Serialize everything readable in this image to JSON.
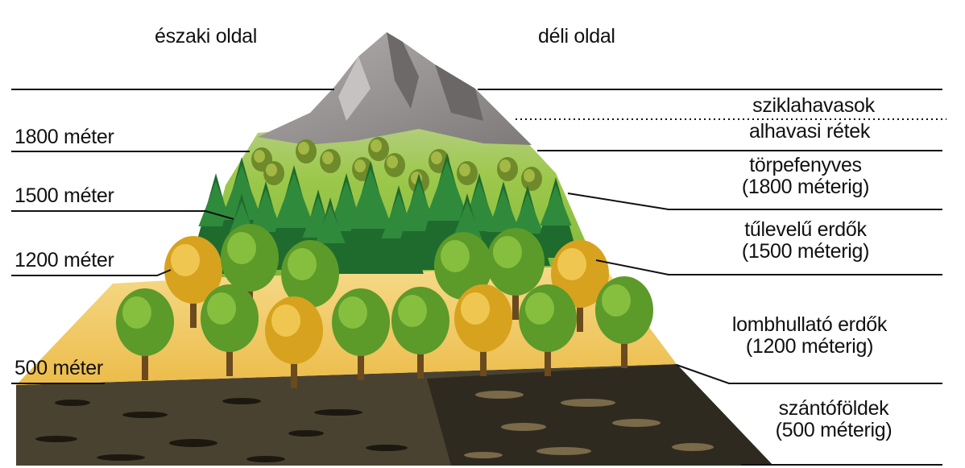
{
  "sides": {
    "north": "északi oldal",
    "south": "déli oldal"
  },
  "altitudes": [
    "1800 méter",
    "1500 méter",
    "1200 méter",
    "500 méter"
  ],
  "zones": [
    {
      "name": "sziklahavasok",
      "range": ""
    },
    {
      "name": "alhavasi rétek",
      "range": ""
    },
    {
      "name": "törpefenyves",
      "range": "(1800 méterig)"
    },
    {
      "name": "tűlevelű erdők",
      "range": "(1500 méterig)"
    },
    {
      "name": "lombhullató erdők",
      "range": "(1200 méterig)"
    },
    {
      "name": "szántóföldek",
      "range": "(500 méterig)"
    }
  ],
  "colors": {
    "rock": "#9a9696",
    "meadow": "#9cc84a",
    "conifer": "#1f6b2e",
    "deciduous_green": "#5c9a2a",
    "deciduous_autumn": "#d7a21e",
    "ground": "#f2c862",
    "soil": "#3b3426"
  }
}
